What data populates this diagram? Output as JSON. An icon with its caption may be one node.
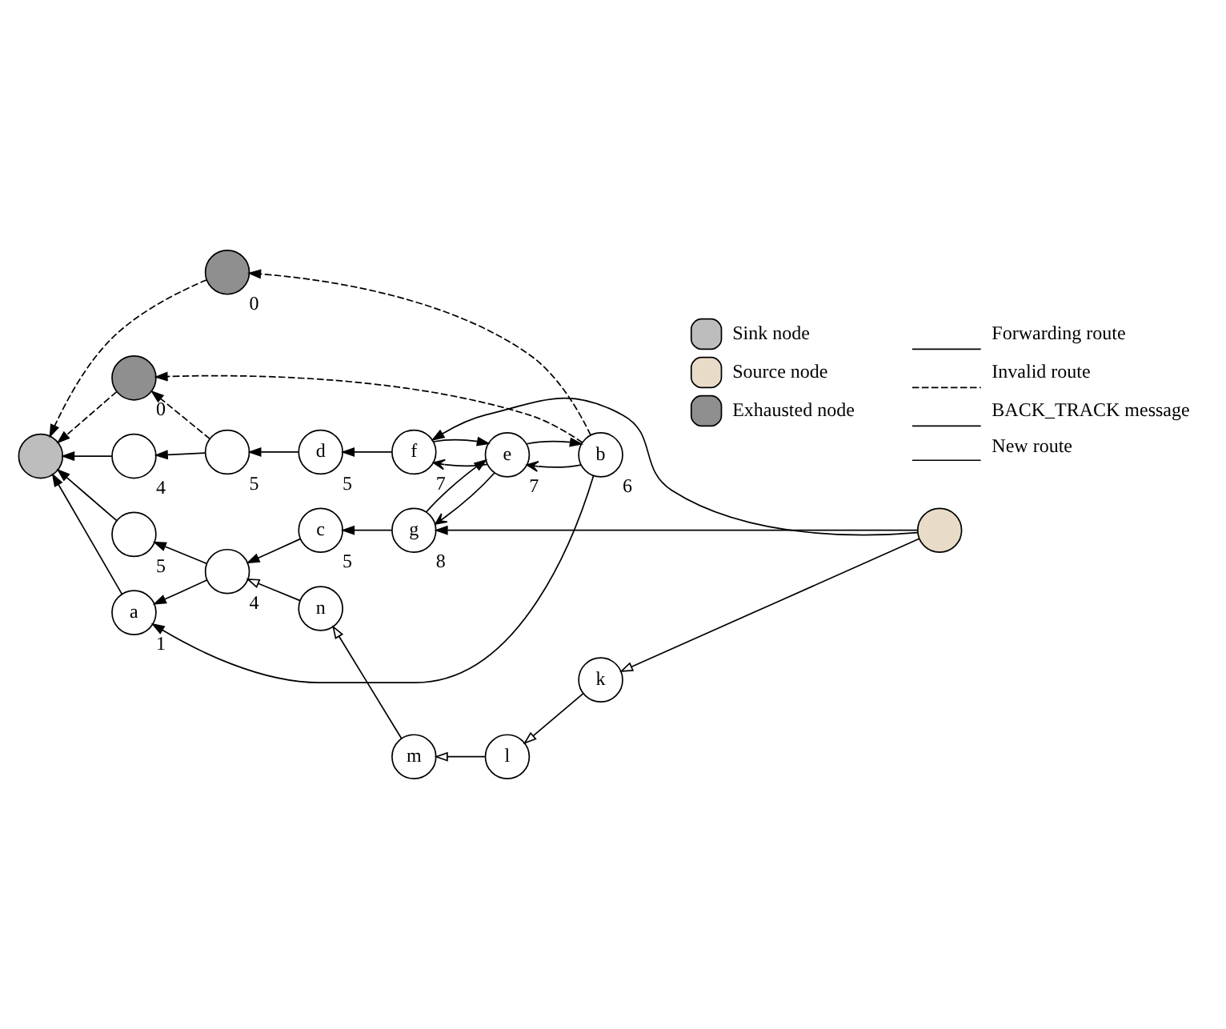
{
  "diagram": {
    "nodes": [
      {
        "text": [],
        "shape": "circle"
      },
      {
        "text": [],
        "shape": "circle",
        "beside": [
          "5"
        ]
      },
      {
        "text": [],
        "shape": "circle",
        "beside": [
          "4"
        ]
      },
      {
        "text": [
          "n"
        ]
      },
      {
        "text": [
          "m"
        ]
      },
      {
        "text": [
          "l"
        ]
      },
      {
        "text": [
          "k"
        ]
      },
      {
        "text": [
          "c"
        ],
        "beside": [
          "5"
        ]
      },
      {
        "text": [
          "a"
        ],
        "beside": [
          "1"
        ]
      },
      {
        "text": [],
        "shape": "circle",
        "beside": [
          "0"
        ]
      },
      {
        "text": [
          "b"
        ],
        "beside": [
          "6"
        ]
      },
      {
        "text": [
          "g"
        ],
        "beside": [
          "8"
        ]
      },
      {
        "text": [],
        "shape": "circle",
        "beside": [
          "0"
        ]
      },
      {
        "text": [
          "e"
        ],
        "beside": [
          "7"
        ]
      },
      {
        "text": [],
        "shape": "circle"
      },
      {
        "text": [],
        "shape": "circle",
        "beside": [
          "4"
        ]
      },
      {
        "text": [],
        "shape": "circle",
        "beside": [
          "5"
        ]
      },
      {
        "text": [
          "d"
        ],
        "beside": [
          "5"
        ]
      },
      {
        "text": [
          "f"
        ],
        "beside": [
          "7"
        ]
      }
    ],
    "edges": [
      {
        "from": 2,
        "to": 1,
        "arrow": "to"
      },
      {
        "from": 1,
        "to": 0,
        "arrow": "to"
      },
      {
        "from": 2,
        "to": 8,
        "arrow": "to"
      },
      {
        "from": 8,
        "to": 0,
        "arrow": "to"
      },
      {
        "from": 7,
        "to": 2,
        "arrow": "to"
      },
      {
        "from": 3,
        "to": 2,
        "arrow": "to"
      },
      {
        "from": 4,
        "to": 3,
        "arrow": "to"
      },
      {
        "from": 5,
        "to": 4,
        "arrow": "to"
      },
      {
        "from": 6,
        "to": 5,
        "arrow": "to"
      },
      {
        "from": 14,
        "to": 6,
        "arrow": "to"
      },
      {
        "from": 14,
        "to": 11,
        "arrow": "to"
      },
      {
        "from": 14,
        "to": 18,
        "arrow": "to"
      },
      {
        "from": 11,
        "to": 7,
        "arrow": "to"
      },
      {
        "from": 10,
        "to": 8,
        "arrow": "to"
      },
      {
        "from": 9,
        "to": 0,
        "arrow": "to",
        "style": "dashed"
      },
      {
        "from": 10,
        "to": 9,
        "arrow": "to",
        "style": "dashed"
      },
      {
        "from": 10,
        "to": 12,
        "arrow": "to",
        "style": "dashed"
      },
      {
        "from": 12,
        "to": 0,
        "arrow": "to",
        "style": "dashed"
      },
      {
        "from": 10,
        "to": 13,
        "arrow": "to"
      },
      {
        "from": 13,
        "to": 10,
        "arrow": "to"
      },
      {
        "from": 13,
        "to": 11,
        "arrow": "to"
      },
      {
        "from": 11,
        "to": 13,
        "arrow": "to"
      },
      {
        "from": 18,
        "to": 13,
        "arrow": "to"
      },
      {
        "from": 13,
        "to": 18,
        "arrow": "to"
      },
      {
        "from": 18,
        "to": 17,
        "arrow": "to"
      },
      {
        "from": 17,
        "to": 16,
        "arrow": "to"
      },
      {
        "from": 16,
        "to": 15,
        "arrow": "to"
      },
      {
        "from": 15,
        "to": 0,
        "arrow": "to"
      },
      {
        "from": 16,
        "to": 12,
        "arrow": "to",
        "style": "dashed"
      }
    ],
    "legend": [
      {
        "text": "Sink node"
      },
      {
        "text": "Source node"
      },
      {
        "text": "Exhausted node"
      },
      {
        "text": "Forwarding route"
      },
      {
        "text": "Invalid route"
      },
      {
        "text": "BACK_TRACK message"
      },
      {
        "text": "New route"
      }
    ]
  }
}
